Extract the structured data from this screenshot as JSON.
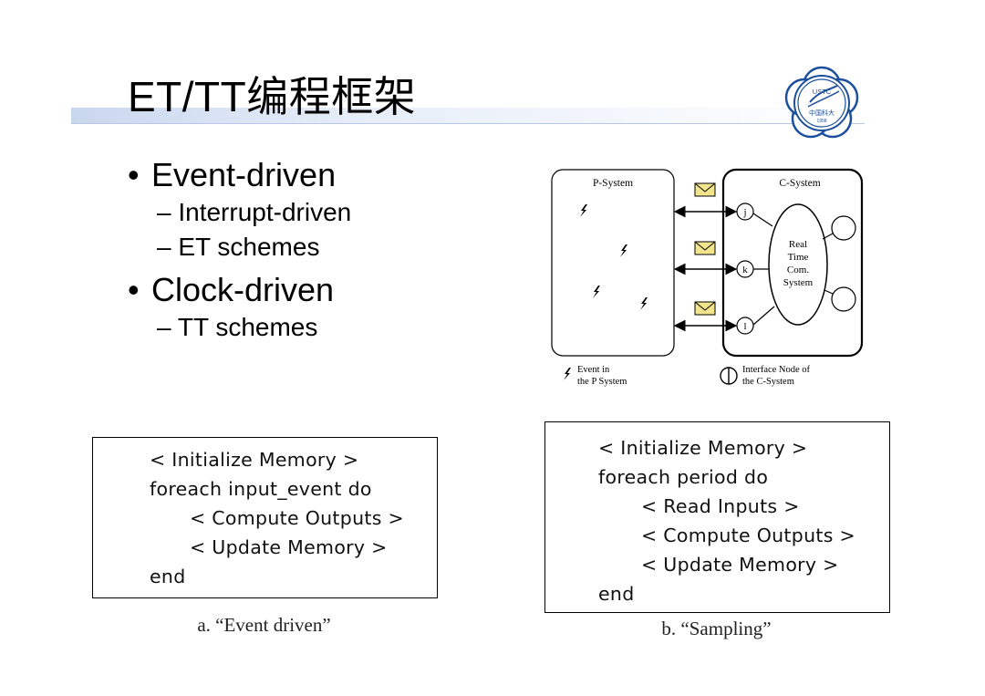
{
  "slide": {
    "title": "ET/TT编程框架"
  },
  "logo": {
    "icon": "university-seal-icon",
    "top_text": "USTC",
    "chinese_text": "中国科大",
    "year": "1958",
    "color": "#1c4f9c"
  },
  "bullets": [
    {
      "label": "Event-driven",
      "children": [
        "– Interrupt-driven",
        "– ET schemes"
      ]
    },
    {
      "label": "Clock-driven",
      "children": [
        "– TT schemes"
      ]
    }
  ],
  "diagram": {
    "p_system_label": "P-System",
    "c_system_label": "C-System",
    "core_label": [
      "Real",
      "Time",
      "Com.",
      "System"
    ],
    "nodes": [
      "j",
      "k",
      "l"
    ],
    "legend_event": [
      "Event in",
      "the P System"
    ],
    "legend_node": [
      "Interface Node of",
      "the C-System"
    ],
    "message_color": "#f2e48a"
  },
  "code_a": {
    "lines": [
      "< Initialize Memory >",
      "foreach input_event do",
      "< Compute Outputs >",
      "< Update Memory >",
      "end"
    ],
    "caption": "a. “Event driven”"
  },
  "code_b": {
    "lines": [
      "< Initialize Memory >",
      "foreach period do",
      "< Read Inputs >",
      "< Compute Outputs >",
      "< Update Memory >",
      "end"
    ],
    "caption": "b. “Sampling”"
  }
}
